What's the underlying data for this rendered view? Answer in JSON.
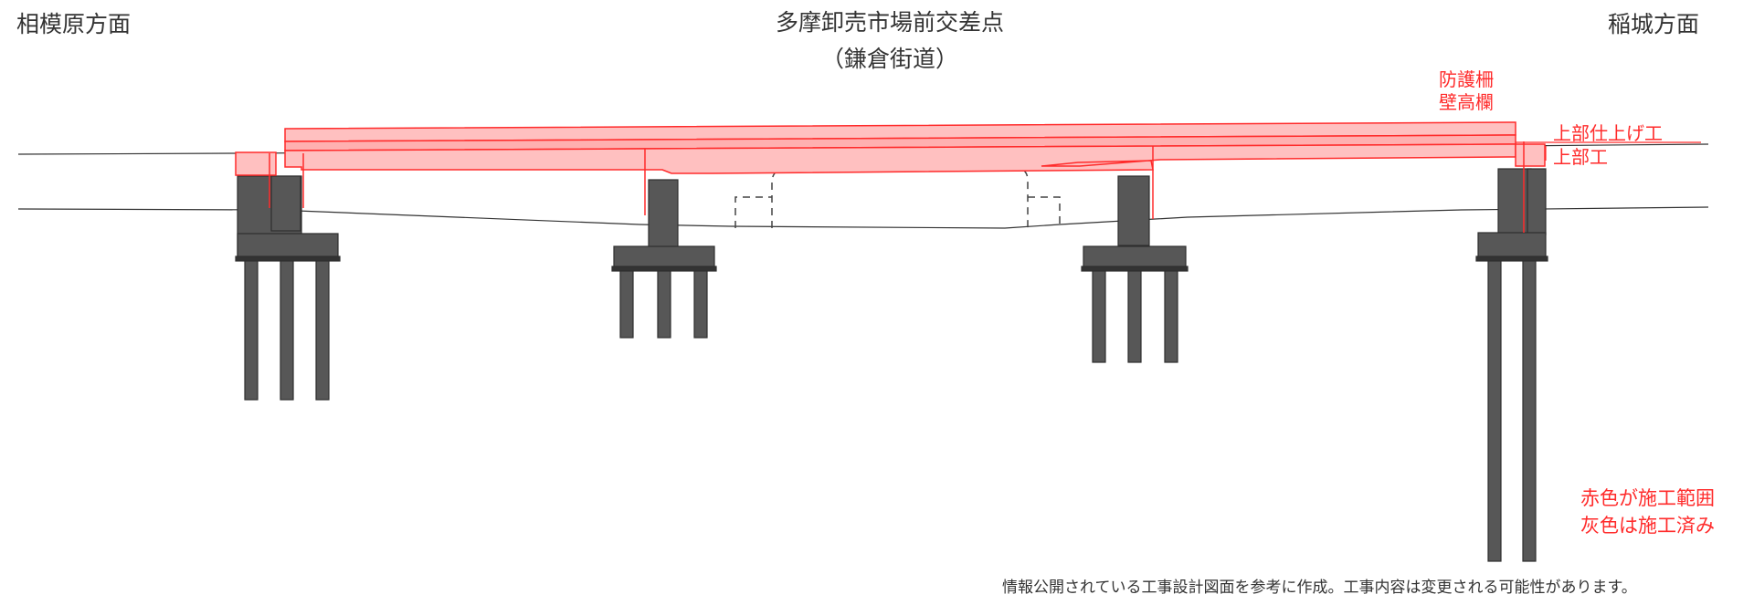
{
  "labels": {
    "left_direction": "相模原方面",
    "right_direction": "稲城方面",
    "intersection_name": "多摩卸売市場前交差点",
    "road_name": "（鎌倉街道）",
    "guard_fence_line1": "防護柵",
    "guard_fence_line2": "壁高欄",
    "superstructure_finishing": "上部仕上げ工",
    "superstructure": "上部工",
    "legend_red": "赤色が施工範囲",
    "legend_gray": "灰色は施工済み",
    "footnote": "情報公開されている工事設計図面を参考に作成。工事内容は変更される可能性があります。"
  },
  "colors": {
    "construction": "#ff2b2b",
    "construction_fill": "#ffc0c0",
    "completed": "#575757",
    "ground_line": "#333333",
    "text": "#333333"
  }
}
